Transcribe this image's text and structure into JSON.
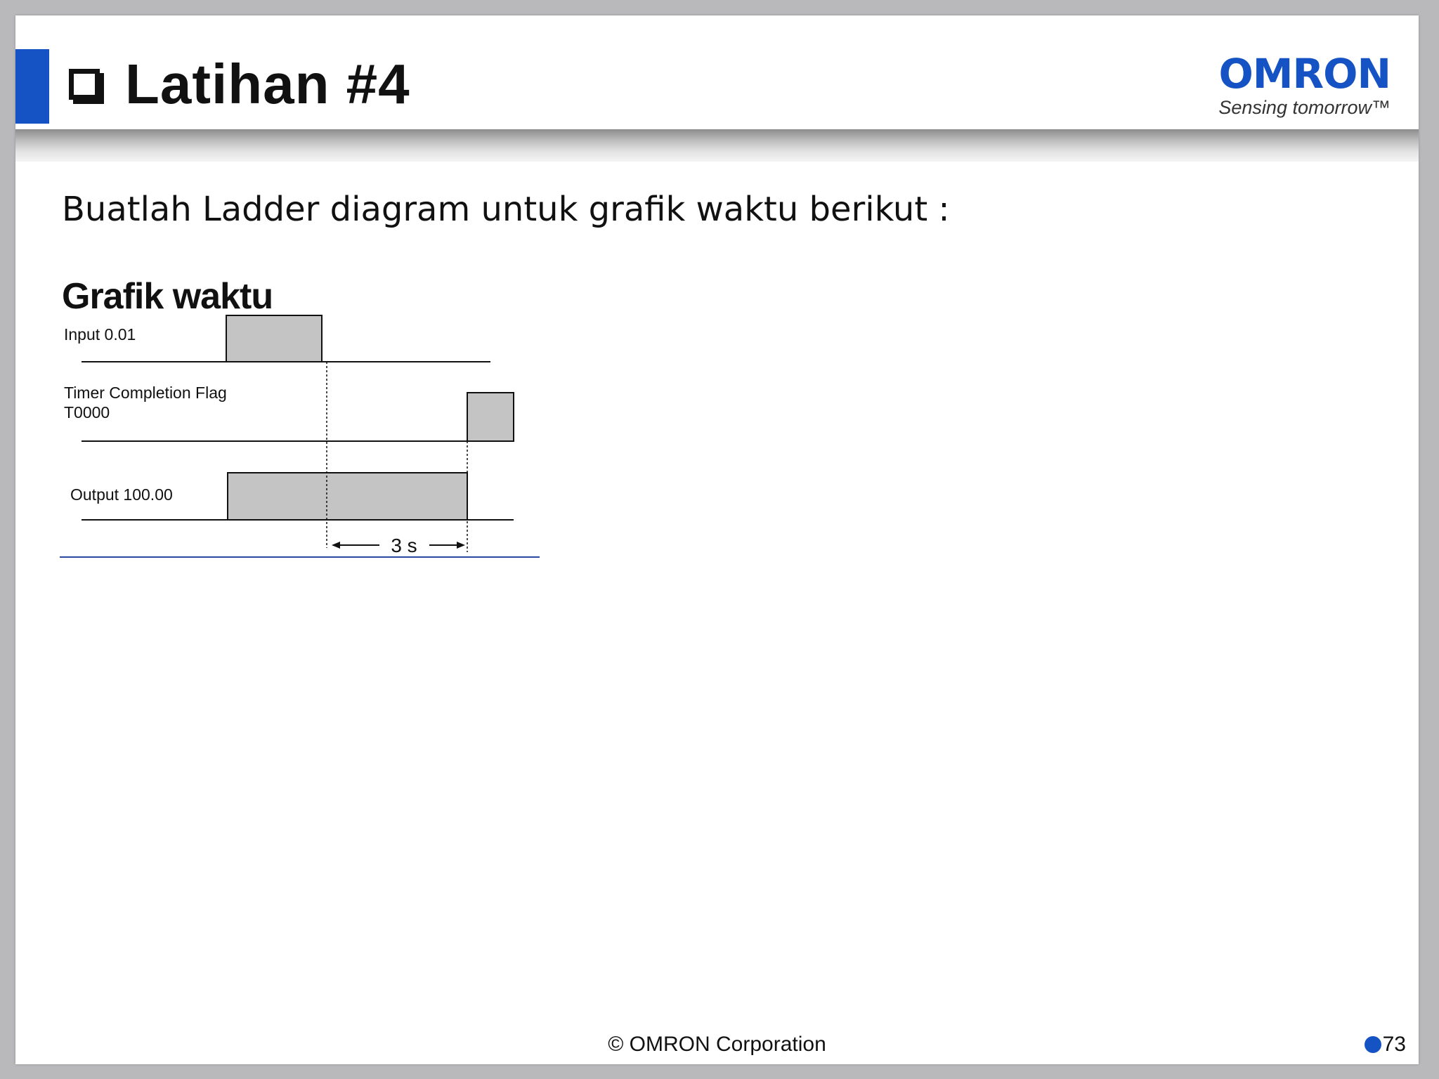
{
  "slide": {
    "title": "Latihan #4",
    "instruction": "Buatlah Ladder diagram untuk grafik waktu berikut :",
    "section_heading": "Grafik waktu"
  },
  "logo": {
    "brand": "OMRON",
    "tagline": "Sensing tomorrow™",
    "brand_color": "#1553c4"
  },
  "timing_diagram": {
    "signals": [
      {
        "label_lines": [
          "Input 0.01"
        ]
      },
      {
        "label_lines": [
          "Timer Completion Flag",
          "T0000"
        ]
      },
      {
        "label_lines": [
          "Output 100.00"
        ]
      }
    ],
    "delay_label": "3 s",
    "pulse_fill": "#c4c4c4",
    "rule_color": "#2a4aa0"
  },
  "footer": {
    "copyright": "© OMRON Corporation",
    "page_number": "73"
  },
  "icons": {
    "title_bullet": "square-checkbox-icon",
    "page_marker": "blue-dot-icon"
  }
}
